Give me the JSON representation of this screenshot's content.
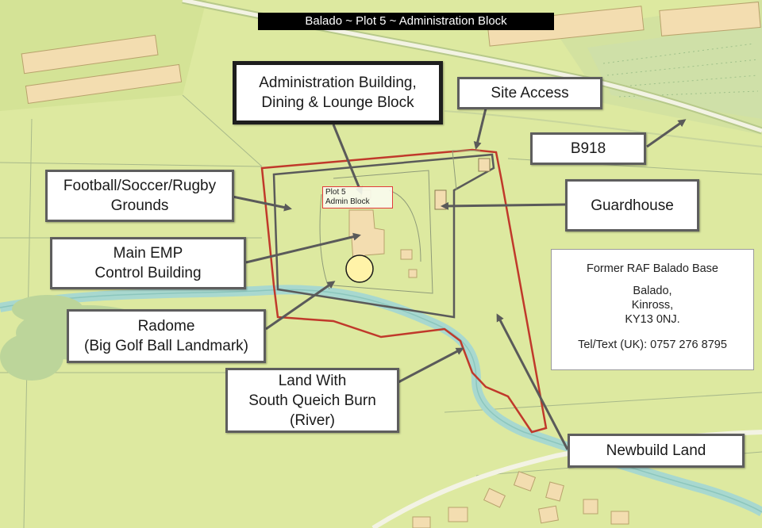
{
  "title": "Balado ~ Plot 5 ~ Administration Block",
  "plot_label": {
    "line1": "Plot 5",
    "line2": "Admin Block"
  },
  "callouts": {
    "admin_building": {
      "line1": "Administration Building,",
      "line2": "Dining & Lounge Block"
    },
    "site_access": {
      "line1": "Site Access"
    },
    "b918": {
      "line1": "B918"
    },
    "sports_grounds": {
      "line1": "Football/Soccer/Rugby",
      "line2": "Grounds"
    },
    "guardhouse": {
      "line1": "Guardhouse"
    },
    "emp_control": {
      "line1": "Main EMP",
      "line2": "Control Building"
    },
    "radome": {
      "line1": "Radome",
      "line2": "(Big Golf Ball Landmark)"
    },
    "river_land": {
      "line1": "Land With",
      "line2": "South Queich Burn",
      "line3": "(River)"
    },
    "newbuild": {
      "line1": "Newbuild Land"
    }
  },
  "info": {
    "heading": "Former RAF Balado Base",
    "address1": "Balado,",
    "address2": "Kinross,",
    "postcode": "KY13 0NJ.",
    "phone": "Tel/Text (UK): 0757 276 8795"
  },
  "colors": {
    "map_base": "#dde9a0",
    "river": "#a8d8cf",
    "site_boundary": "#c0392b",
    "road": "#f3f3e4",
    "building": "#f3ddb0",
    "callout_border": "#5e5e5e"
  }
}
